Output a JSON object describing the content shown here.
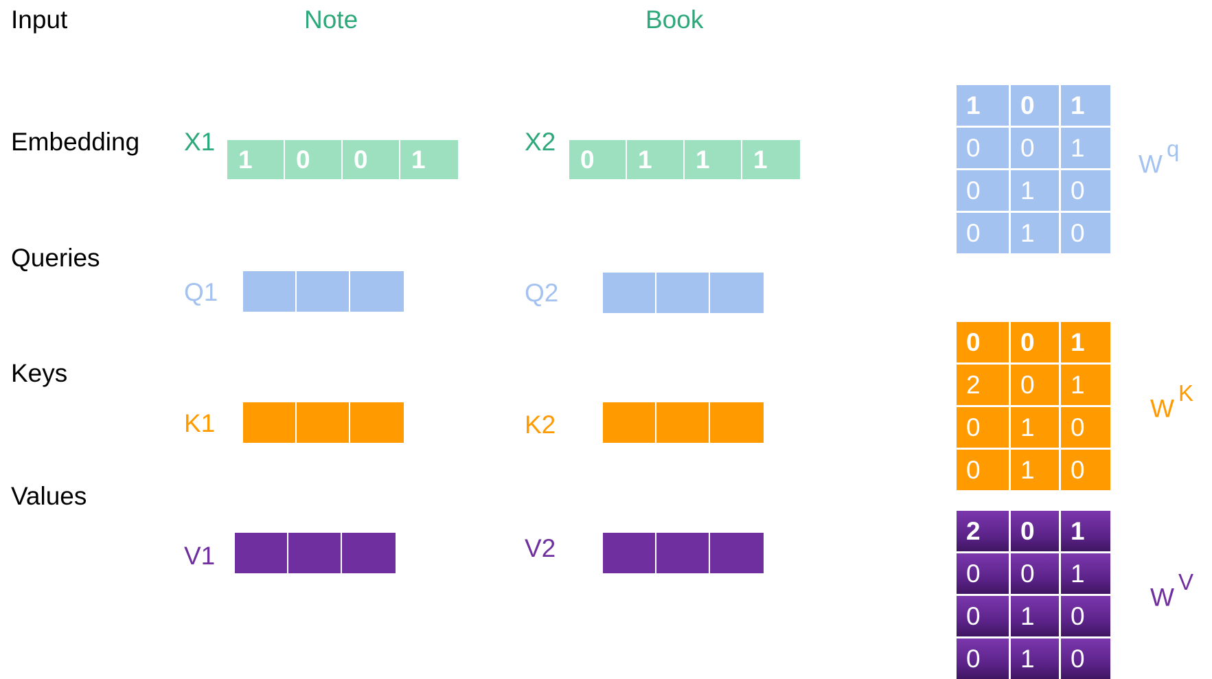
{
  "colors": {
    "embedding": "#9de0bf",
    "token_text": "#2ca87a",
    "query": "#a4c2ef",
    "key": "#ff9a00",
    "value": "#6f2f9f"
  },
  "row_labels": {
    "input": "Input",
    "embedding": "Embedding",
    "queries": "Queries",
    "keys": "Keys",
    "values": "Values"
  },
  "tokens": [
    {
      "word": "Note",
      "embedding_label": "X1",
      "embedding": [
        "1",
        "0",
        "0",
        "1"
      ],
      "query_label": "Q1",
      "key_label": "K1",
      "value_label": "V1"
    },
    {
      "word": "Book",
      "embedding_label": "X2",
      "embedding": [
        "0",
        "1",
        "1",
        "1"
      ],
      "query_label": "Q2",
      "key_label": "K2",
      "value_label": "V2"
    }
  ],
  "weights": {
    "q": {
      "base": "W",
      "sup": "q",
      "matrix": [
        [
          "1",
          "0",
          "1"
        ],
        [
          "0",
          "0",
          "1"
        ],
        [
          "0",
          "1",
          "0"
        ],
        [
          "0",
          "1",
          "0"
        ]
      ]
    },
    "k": {
      "base": "W",
      "sup": "K",
      "matrix": [
        [
          "0",
          "0",
          "1"
        ],
        [
          "2",
          "0",
          "1"
        ],
        [
          "0",
          "1",
          "0"
        ],
        [
          "0",
          "1",
          "0"
        ]
      ]
    },
    "v": {
      "base": "W",
      "sup": "V",
      "matrix": [
        [
          "2",
          "0",
          "1"
        ],
        [
          "0",
          "0",
          "1"
        ],
        [
          "0",
          "1",
          "0"
        ],
        [
          "0",
          "1",
          "0"
        ]
      ]
    }
  }
}
